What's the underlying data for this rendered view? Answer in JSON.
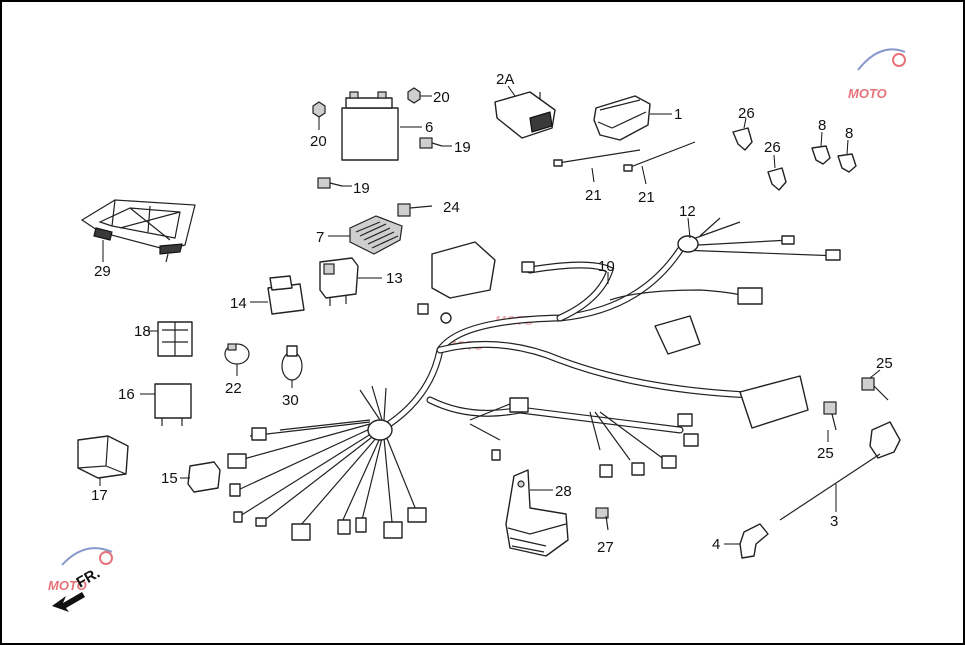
{
  "diagram": {
    "callouts": {
      "c1": "1",
      "c2a": "2A",
      "c3": "3",
      "c4": "4",
      "c6": "6",
      "c7": "7",
      "c8a": "8",
      "c8b": "8",
      "c10": "10",
      "c12": "12",
      "c13": "13",
      "c14": "14",
      "c15": "15",
      "c16": "16",
      "c17": "17",
      "c18": "18",
      "c19a": "19",
      "c19b": "19",
      "c20a": "20",
      "c20b": "20",
      "c21a": "21",
      "c21b": "21",
      "c22": "22",
      "c24": "24",
      "c25a": "25",
      "c25b": "25",
      "c26a": "26",
      "c26b": "26",
      "c27": "27",
      "c28": "28",
      "c29": "29",
      "c30": "30"
    },
    "direction_label": "FR.",
    "watermark": "MOTO"
  }
}
